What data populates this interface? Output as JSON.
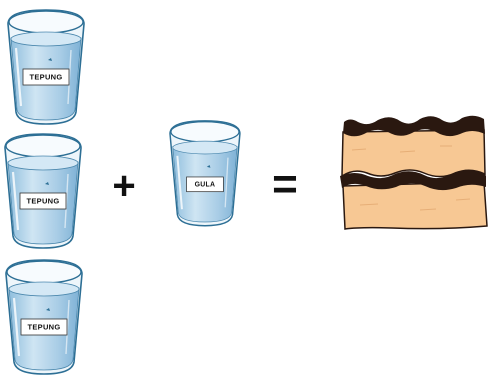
{
  "colors": {
    "glass_outline": "#2d6f95",
    "water": "#a9cde6",
    "water_light": "#cfe5f3",
    "label_bg": "#ffffff",
    "cake_sponge": "#f7c894",
    "cake_chocolate": "#2a1810"
  },
  "glasses": [
    {
      "label": "TEPUNG",
      "icon": "glass-of-flour-icon"
    },
    {
      "label": "TEPUNG",
      "icon": "glass-of-flour-icon"
    },
    {
      "label": "TEPUNG",
      "icon": "glass-of-flour-icon"
    },
    {
      "label": "GULA",
      "icon": "glass-of-sugar-icon"
    }
  ],
  "operators": {
    "plus": "+",
    "equals": "="
  },
  "result": {
    "icon": "layer-cake-icon"
  }
}
